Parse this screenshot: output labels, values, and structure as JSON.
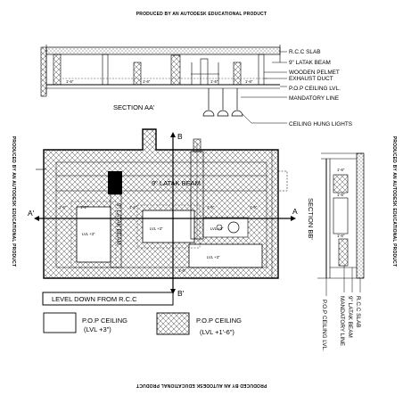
{
  "watermark": {
    "top": "PRODUCED BY AN AUTODESK EDUCATIONAL PRODUCT",
    "bottom": "PRODUCED BY AN AUTODESK EDUCATIONAL PRODUCT",
    "left": "PRODUCED BY AN AUTODESK EDUCATIONAL PRODUCT",
    "right": "PRODUCED BY AN AUTODESK EDUCATIONAL PRODUCT"
  },
  "section_aa": {
    "title": "SECTION AA'",
    "labels": {
      "rcc_slab": "R.C.C SLAB",
      "latak_beam": "9\" LATAK BEAM",
      "wooden_pelmet": "WOODEN PELMET",
      "exhaust_duct": "EXHAUST DUCT",
      "pop_ceiling_lvl": "P.O.P CEILING LVL.",
      "mandatory_line": "MANDATORY LINE",
      "ceiling_hung_lights": "CEILING HUNG LIGHTS"
    },
    "dims": [
      "1'-6\"",
      "1'-6\"",
      "1'-6\"",
      "1'-6\""
    ]
  },
  "plan": {
    "beam_label_horizontal": "9\" LATAK BEAM",
    "beam_label_vertical": "9\" LATAK BEAM",
    "section_marks": {
      "a_left": "A'",
      "a_right": "A",
      "b_top": "B",
      "b_bottom": "B'"
    },
    "dims": [
      "1'-6\"",
      "1'-2\"",
      "1'-6\"",
      "1'-6\"",
      "1'-6\"",
      "1'-6\""
    ],
    "levels": [
      "LVL +3\"",
      "LVL +3\"",
      "LVL +3\"",
      "LVL +3\""
    ]
  },
  "section_bb": {
    "title": "SECTION BB'",
    "labels": {
      "rcc_slab": "R.C.C SLAB",
      "latak_beam": "9\" LATAK BEAM",
      "mandatory_line": "MANDATORY LINE",
      "pop_ceiling_lvl": "P.O.P CEILING LVL."
    },
    "dims": [
      "1'-6\"",
      "1'-6\"",
      "1'-6\""
    ]
  },
  "legend": {
    "level_down": "LEVEL DOWN FROM R.C.C",
    "plain_label": "P.O.P CEILING",
    "plain_level": "(LVL +3\")",
    "hatched_label": "P.O.P CEILING",
    "hatched_level": "(LVL +1'-6\")"
  }
}
